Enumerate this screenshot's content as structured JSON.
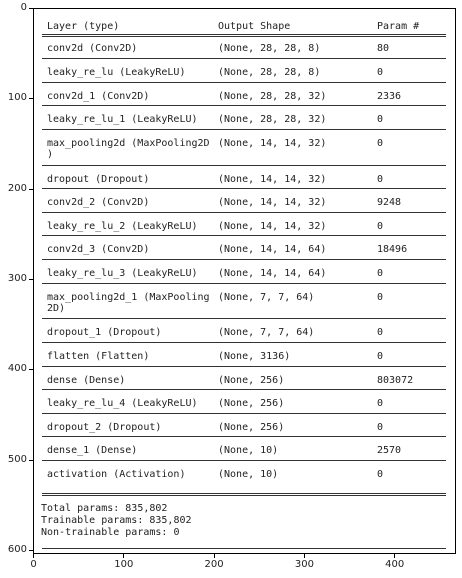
{
  "header": {
    "layer": "Layer (type)",
    "shape": "Output Shape",
    "params": "Param #"
  },
  "rows": [
    {
      "name": [
        "conv2d (Conv2D)"
      ],
      "shape": "(None, 28, 28, 8)",
      "params": "80"
    },
    {
      "name": [
        "leaky_re_lu (LeakyReLU)"
      ],
      "shape": "(None, 28, 28, 8)",
      "params": "0"
    },
    {
      "name": [
        "conv2d_1 (Conv2D)"
      ],
      "shape": "(None, 28, 28, 32)",
      "params": "2336"
    },
    {
      "name": [
        "leaky_re_lu_1 (LeakyReLU)"
      ],
      "shape": "(None, 28, 28, 32)",
      "params": "0"
    },
    {
      "name": [
        "max_pooling2d (MaxPooling2D",
        ")"
      ],
      "shape": "(None, 14, 14, 32)",
      "params": "0"
    },
    {
      "name": [
        "dropout (Dropout)"
      ],
      "shape": "(None, 14, 14, 32)",
      "params": "0"
    },
    {
      "name": [
        "conv2d_2 (Conv2D)"
      ],
      "shape": "(None, 14, 14, 32)",
      "params": "9248"
    },
    {
      "name": [
        "leaky_re_lu_2 (LeakyReLU)"
      ],
      "shape": "(None, 14, 14, 32)",
      "params": "0"
    },
    {
      "name": [
        "conv2d_3 (Conv2D)"
      ],
      "shape": "(None, 14, 14, 64)",
      "params": "18496"
    },
    {
      "name": [
        "leaky_re_lu_3 (LeakyReLU)"
      ],
      "shape": "(None, 14, 14, 64)",
      "params": "0"
    },
    {
      "name": [
        "max_pooling2d_1 (MaxPooling",
        "2D)"
      ],
      "shape": "(None, 7, 7, 64)",
      "params": "0"
    },
    {
      "name": [
        "dropout_1 (Dropout)"
      ],
      "shape": "(None, 7, 7, 64)",
      "params": "0"
    },
    {
      "name": [
        "flatten (Flatten)"
      ],
      "shape": "(None, 3136)",
      "params": "0"
    },
    {
      "name": [
        "dense (Dense)"
      ],
      "shape": "(None, 256)",
      "params": "803072"
    },
    {
      "name": [
        "leaky_re_lu_4 (LeakyReLU)"
      ],
      "shape": "(None, 256)",
      "params": "0"
    },
    {
      "name": [
        "dropout_2 (Dropout)"
      ],
      "shape": "(None, 256)",
      "params": "0"
    },
    {
      "name": [
        "dense_1 (Dense)"
      ],
      "shape": "(None, 10)",
      "params": "2570"
    },
    {
      "name": [
        "activation (Activation)"
      ],
      "shape": "(None, 10)",
      "params": "0"
    }
  ],
  "summary": [
    "Total params: 835,802",
    "Trainable params: 835,802",
    "Non-trainable params: 0"
  ],
  "axes": {
    "x_ticks": [
      "0",
      "100",
      "200",
      "300",
      "400"
    ],
    "y_ticks": [
      "0",
      "100",
      "200",
      "300",
      "400",
      "500",
      "600"
    ]
  }
}
